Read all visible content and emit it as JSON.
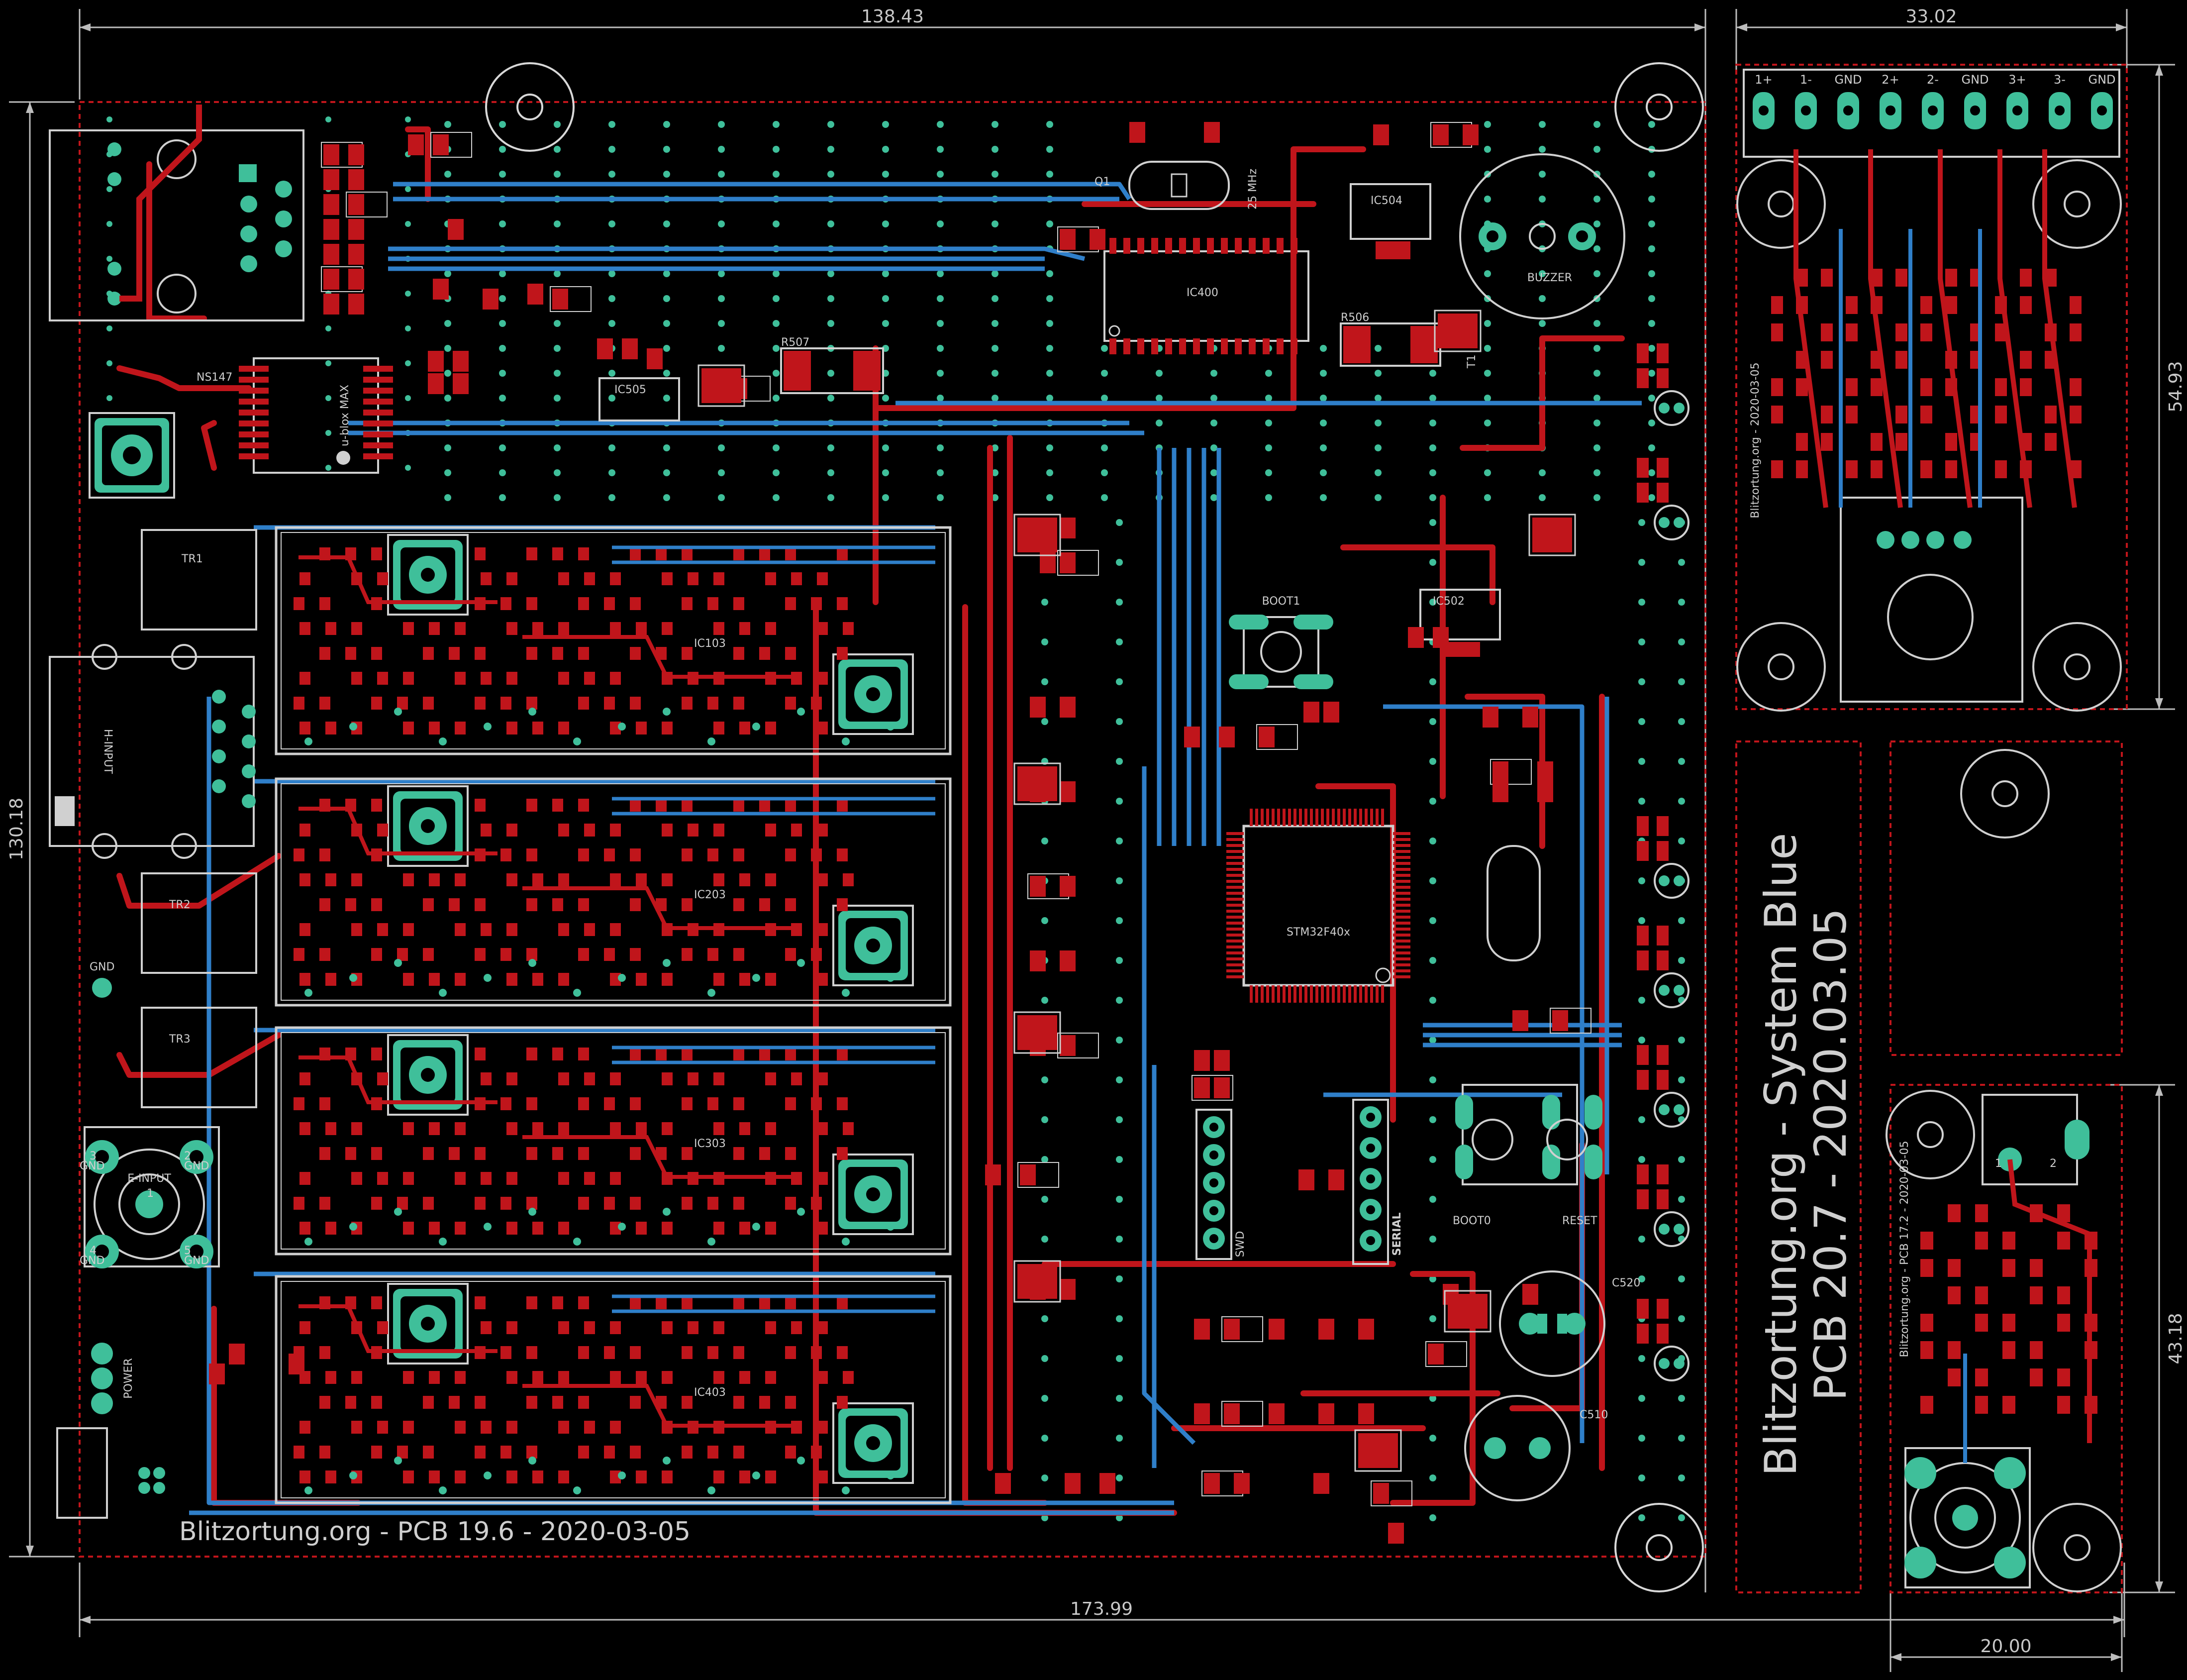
{
  "colors": {
    "background": "#000000",
    "top_copper": "#c0151b",
    "bottom_copper": "#2f7fc9",
    "pad": "#3fbf9a",
    "via": "#3fbf9a",
    "silkscreen": "#cfcfcf",
    "outline": "#c0151b",
    "dimension": "#c8c8c8"
  },
  "dimensions": {
    "main_width": "138.43",
    "main_height": "130.18",
    "total_width": "173.99",
    "side_width": "33.02",
    "side_height": "54.93",
    "small_width": "20.00",
    "small_height": "43.18"
  },
  "main_board": {
    "bottom_text": "Blitzortung.org - PCB 19.6 - 2020-03-05",
    "mcu_label": "STM32F40x",
    "gps_label": "u-blox MAX",
    "crystal_freq": "25 MHz",
    "labels": {
      "buzzer": "BUZZER",
      "boot1": "BOOT1",
      "boot0": "BOOT0",
      "reset": "RESET",
      "swd": "SWD",
      "serial": "SERIAL",
      "h_input": "H-INPUT",
      "e_input": "E-INPUT",
      "power": "POWER",
      "gnd": "GND",
      "tr1": "TR1",
      "tr2": "TR2",
      "tr3": "TR3",
      "q1": "Q1",
      "t1": "T1",
      "ic400": "IC400",
      "ic502": "IC502",
      "ic504": "IC504",
      "ic505": "IC505",
      "ic103": "IC103",
      "ic203": "IC203",
      "ic303": "IC303",
      "ic403": "IC403",
      "c520": "C520",
      "c510": "C510",
      "r507": "R507",
      "r506": "R506",
      "ns147": "NS147"
    },
    "e_input_pins": [
      "1",
      "2",
      "3",
      "4",
      "5"
    ],
    "e_input_pin_names": [
      "GND",
      "GND",
      "GND",
      "GND"
    ]
  },
  "side_board": {
    "connector_labels": [
      "1+",
      "1-",
      "GND",
      "2+",
      "2-",
      "GND",
      "3+",
      "3-",
      "GND"
    ],
    "title_line1": "Blitzortung.org - System Blue",
    "title_line2": "PCB 20.7 - 2020.03.05",
    "vertical_text": "Blitzortung.org - 2020-03-05"
  },
  "small_board": {
    "vertical_text": "Blitzortung.org - PCB 17.2 - 2020-03-05",
    "pins": [
      "1",
      "2"
    ]
  }
}
